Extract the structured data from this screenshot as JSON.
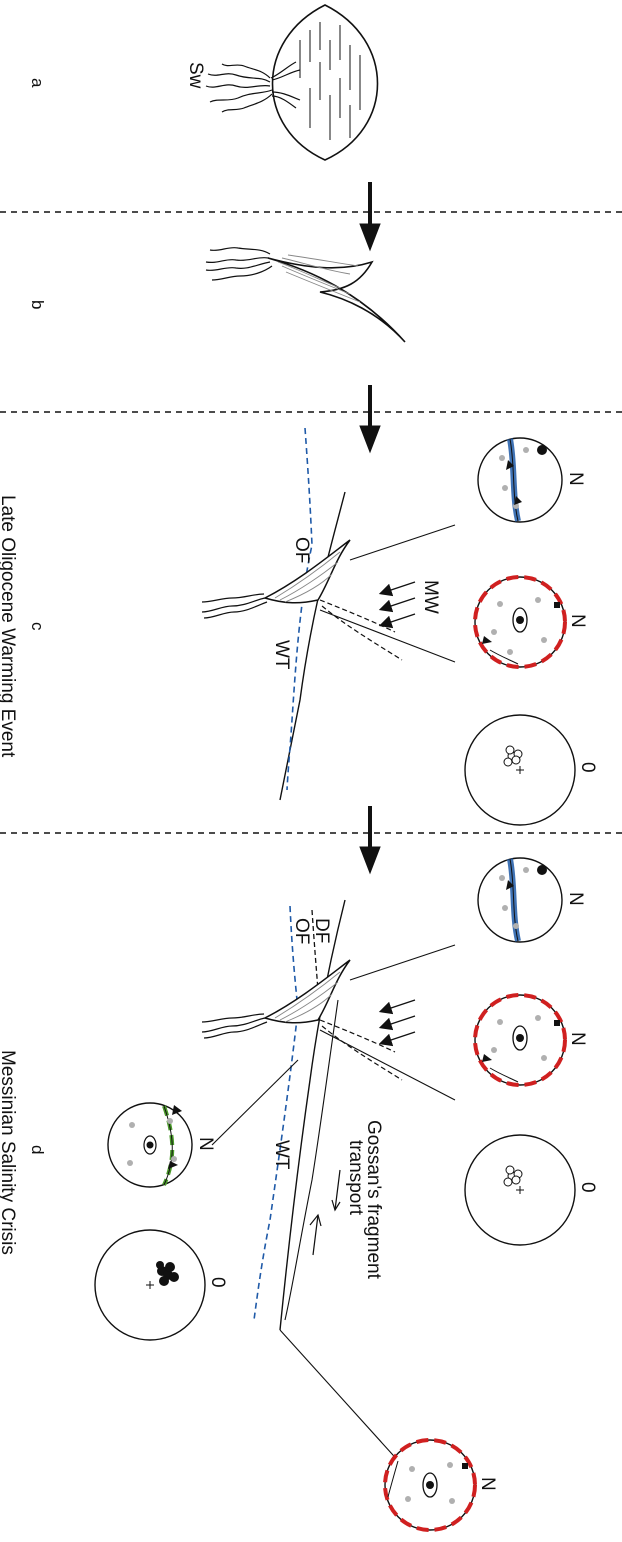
{
  "panels": {
    "a": {
      "label": "a",
      "feature": "Sw"
    },
    "b": {
      "label": "b"
    },
    "c": {
      "label": "c",
      "caption": "Late Oligocene Warming Event",
      "labels": [
        "OF",
        "MW",
        "WT"
      ],
      "stereonets": [
        {
          "north": "N"
        },
        {
          "north": "N"
        },
        {
          "north": "0"
        }
      ]
    },
    "d": {
      "label": "d",
      "caption": "Messinian Salinity Crisis",
      "labels": [
        "DF",
        "OF",
        "WT"
      ],
      "transport_line1": "Gossan's fragment",
      "transport_line2": "transport",
      "stereonets": [
        {
          "north": "N"
        },
        {
          "north": "N"
        },
        {
          "north": "0"
        },
        {
          "north": "N"
        },
        {
          "north": "0"
        },
        {
          "north": "N"
        }
      ]
    }
  },
  "colors": {
    "blue_dashed": "#1f5aa8",
    "red_dashed": "#d02020",
    "green_dashed": "#4a9a2a",
    "grey_points": "#b0b0b0",
    "ink": "#111111"
  }
}
